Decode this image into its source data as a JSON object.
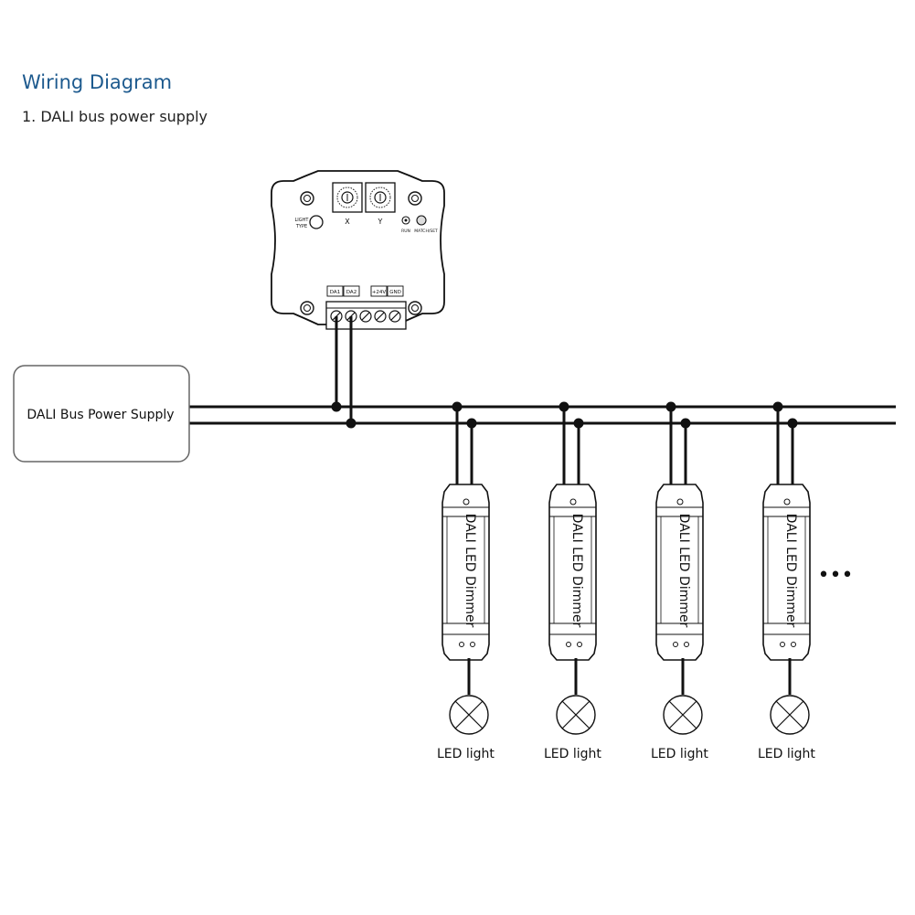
{
  "title": "Wiring Diagram",
  "subtitle": "1. DALI bus power supply",
  "power_supply": {
    "label": "DALI Bus Power Supply"
  },
  "controller": {
    "light_type_line1": "LIGHT",
    "light_type_line2": "TYPE",
    "dial_x_label": "X",
    "dial_y_label": "Y",
    "run_label": "RUN",
    "match_set_label": "MATCH/SET",
    "terminals": [
      "DA1",
      "DA2",
      "+24V",
      "GND"
    ]
  },
  "dimmers": [
    {
      "label": "DALI LED Dimmer",
      "light_label": "LED light"
    },
    {
      "label": "DALI LED Dimmer",
      "light_label": "LED light"
    },
    {
      "label": "DALI LED Dimmer",
      "light_label": "LED light"
    },
    {
      "label": "DALI LED Dimmer",
      "light_label": "LED light"
    }
  ],
  "continuation": "•••"
}
